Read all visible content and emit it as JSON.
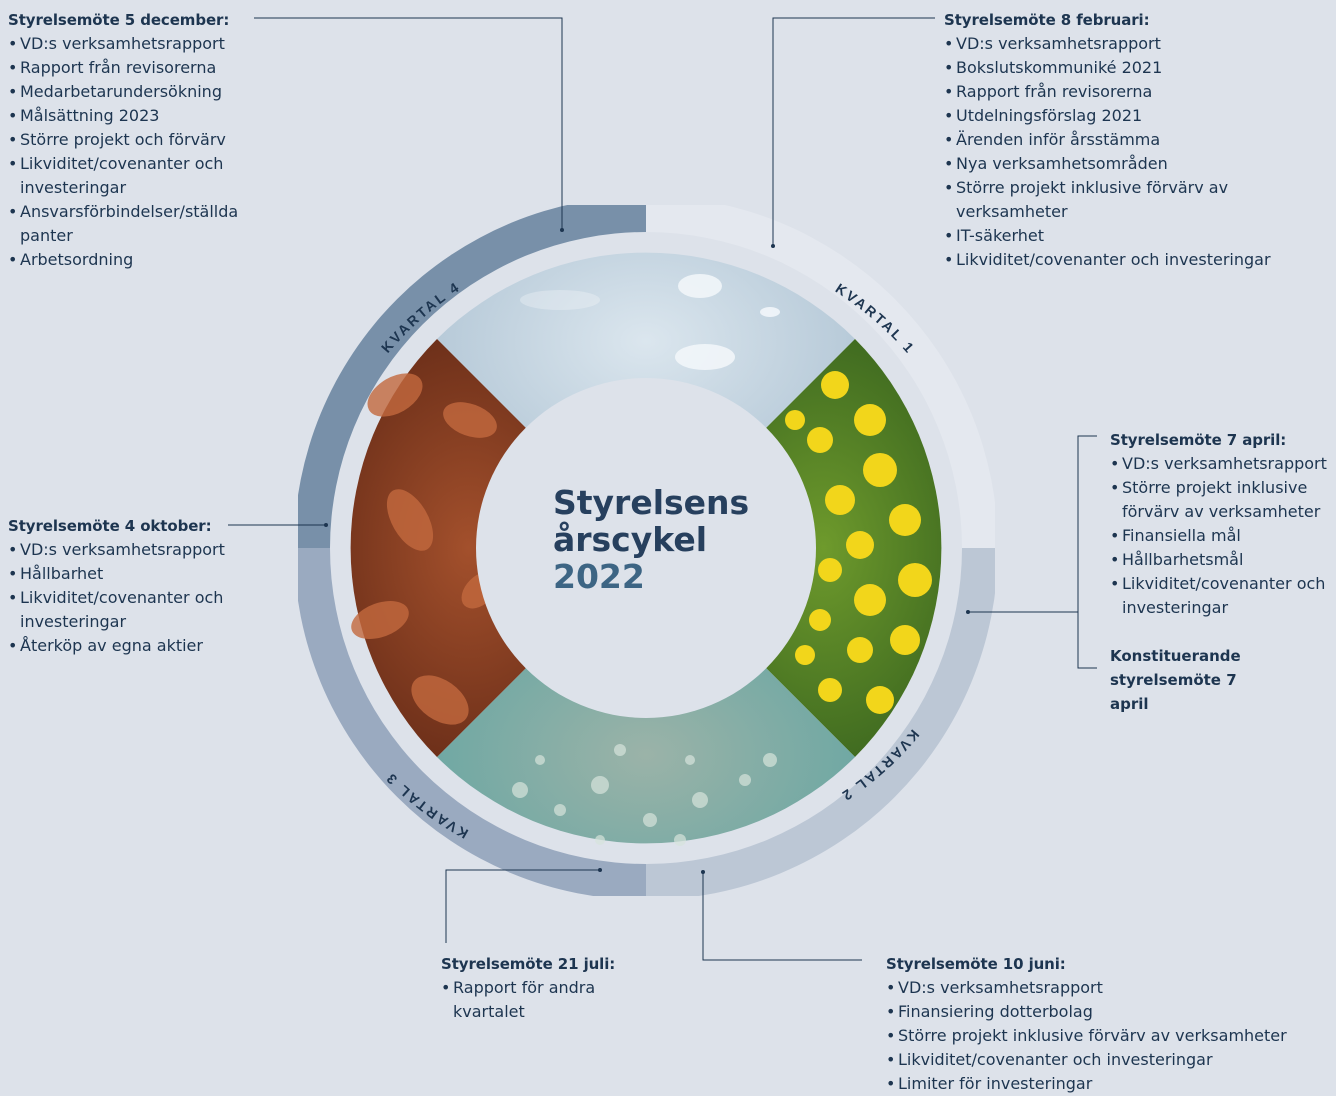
{
  "center": {
    "title_line1": "Styrelsens",
    "title_line2": "årscykel",
    "year": "2022"
  },
  "quarters": [
    {
      "label": "KVARTAL 1",
      "color": "#e4e8ef"
    },
    {
      "label": "KVARTAL 2",
      "color": "#bcc7d5"
    },
    {
      "label": "KVARTAL 3",
      "color": "#9aaac0"
    },
    {
      "label": "KVARTAL 4",
      "color": "#7890a9"
    }
  ],
  "meetings": {
    "dec": {
      "title": "Styrelsemöte 5 december:",
      "items": [
        "VD:s verksamhetsrapport",
        "Rapport från revisorerna",
        "Medarbetarundersökning",
        "Målsättning 2023",
        "Större projekt och förvärv",
        "Likviditet/covenanter och investeringar",
        "Ansvarsförbindelser/ställda panter",
        "Arbetsordning"
      ]
    },
    "feb": {
      "title": "Styrelsemöte 8 februari:",
      "items": [
        "VD:s verksamhetsrapport",
        "Bokslutskommuniké 2021",
        "Rapport från revisorerna",
        "Utdelningsförslag 2021",
        "Ärenden inför årsstämma",
        "Nya verksamhetsområden",
        "Större projekt inklusive förvärv av verksamheter",
        "IT-säkerhet",
        "Likviditet/covenanter och investeringar"
      ]
    },
    "apr": {
      "title": "Styrelsemöte 7 april:",
      "items": [
        "VD:s verksamhetsrapport",
        "Större projekt inklusive förvärv av verksamheter",
        "Finansiella mål",
        "Hållbarhetsmål",
        "Likviditet/covenanter och investeringar"
      ],
      "extra_title": "Konstituerande styrelsemöte 7 april"
    },
    "oct": {
      "title": "Styrelsemöte 4 oktober:",
      "items": [
        "VD:s verksamhetsrapport",
        "Hållbarhet",
        "Likviditet/covenanter och investeringar",
        "Återköp av egna aktier"
      ]
    },
    "jul": {
      "title": "Styrelsemöte 21 juli:",
      "items": [
        "Rapport för andra kvartalet"
      ]
    },
    "jun": {
      "title": "Styrelsemöte 10 juni:",
      "items": [
        "VD:s verksamhetsrapport",
        "Finansiering dotterbolag",
        "Större projekt inklusive förvärv av verksamheter",
        "Likviditet/covenanter och investeringar",
        "Limiter för investeringar"
      ]
    }
  }
}
